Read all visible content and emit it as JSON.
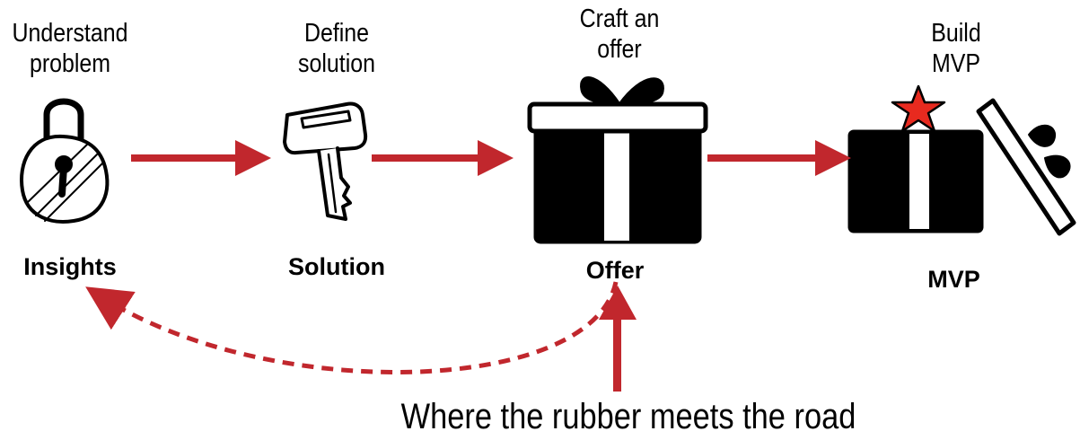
{
  "stages": [
    {
      "title": "Understand problem",
      "title_lines": [
        "Understand",
        "problem"
      ],
      "name": "Insights",
      "icon": "padlock-icon"
    },
    {
      "title": "Define solution",
      "title_lines": [
        "Define",
        "solution"
      ],
      "name": "Solution",
      "icon": "key-icon"
    },
    {
      "title": "Craft an offer",
      "title_lines": [
        "Craft an",
        "offer"
      ],
      "name": "Offer",
      "icon": "gift-box-icon"
    },
    {
      "title": "Build MVP",
      "title_lines": [
        "Build",
        "MVP"
      ],
      "name": "MVP",
      "icon": "open-gift-box-icon"
    }
  ],
  "caption": "Where the rubber meets the road",
  "colors": {
    "arrow": "#c1272d",
    "star": "#e82a1f",
    "ink": "#000000",
    "paper": "#ffffff"
  }
}
